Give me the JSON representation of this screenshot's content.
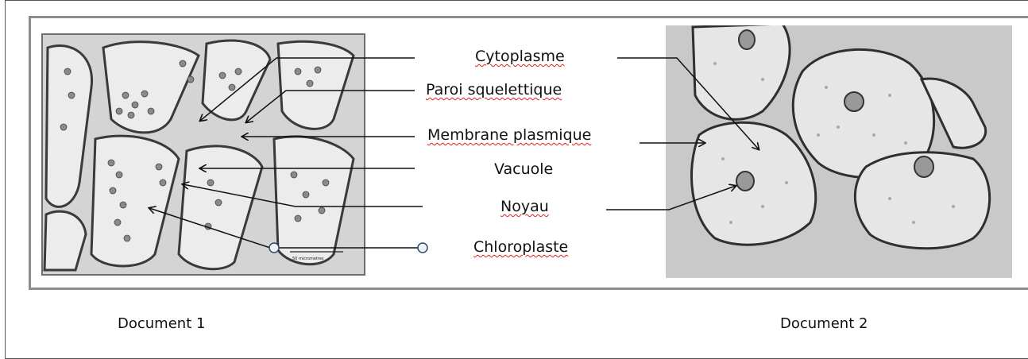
{
  "labels": {
    "cytoplasme": "Cytoplasme",
    "paroi": "Paroi squelettique",
    "membrane": "Membrane plasmique",
    "vacuole": "Vacuole",
    "noyau": "Noyau",
    "chloroplaste": "Chloroplaste"
  },
  "documents": {
    "doc1": "Document 1",
    "doc2": "Document 2"
  },
  "scale_bar_text": "50 micrometres",
  "colors": {
    "border": "#555555",
    "inner_border": "#8c8c8c",
    "spellcheck_underline": "#e02020",
    "micrograph_bg": "#cfcfcf"
  }
}
